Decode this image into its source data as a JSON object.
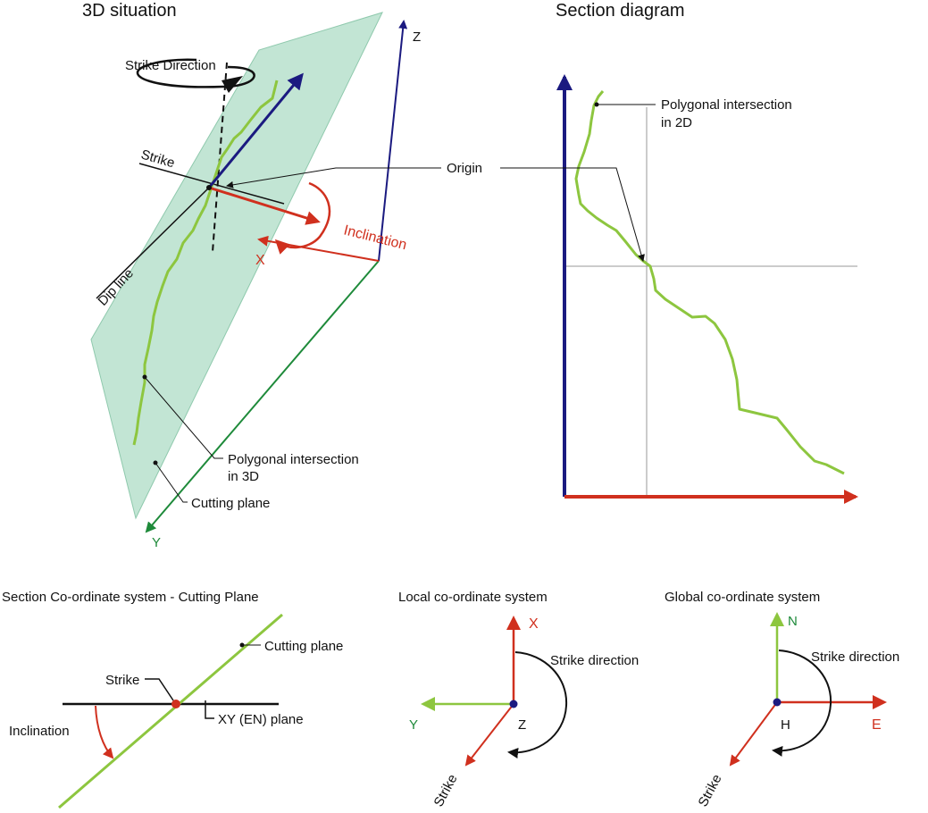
{
  "titles": {
    "situation_3d": "3D situation",
    "section_diagram": "Section diagram",
    "section_cs": "Section Co-ordinate system - Cutting Plane",
    "local_cs": "Local co-ordinate system",
    "global_cs": "Global co-ordinate system"
  },
  "situation_3d": {
    "strike_direction": "Strike Direction",
    "strike": "Strike",
    "dip_line": "Dip line",
    "origin": "Origin",
    "inclination": "Inclination",
    "axis_x": "X",
    "axis_y": "Y",
    "axis_z": "Z",
    "polygonal_intersection_3d_line1": "Polygonal intersection",
    "polygonal_intersection_3d_line2": "in 3D",
    "cutting_plane": "Cutting plane"
  },
  "section_diagram": {
    "polygonal_intersection_2d_line1": "Polygonal intersection",
    "polygonal_intersection_2d_line2": "in 2D"
  },
  "section_cs": {
    "cutting_plane": "Cutting plane",
    "strike": "Strike",
    "xy_plane": "XY (EN) plane",
    "inclination": "Inclination"
  },
  "local_cs": {
    "axis_x": "X",
    "axis_y": "Y",
    "axis_z": "Z",
    "strike_direction": "Strike direction",
    "strike": "Strike"
  },
  "global_cs": {
    "axis_n": "N",
    "axis_e": "E",
    "axis_h": "H",
    "strike_direction": "Strike direction",
    "strike": "Strike"
  },
  "colors": {
    "plane_fill": "#b7e0cc",
    "navy": "#1b1a80",
    "red": "#d0301e",
    "green": "#8dc63f",
    "dark_green": "#1e8a3a",
    "black": "#111111",
    "grey": "#999999"
  }
}
